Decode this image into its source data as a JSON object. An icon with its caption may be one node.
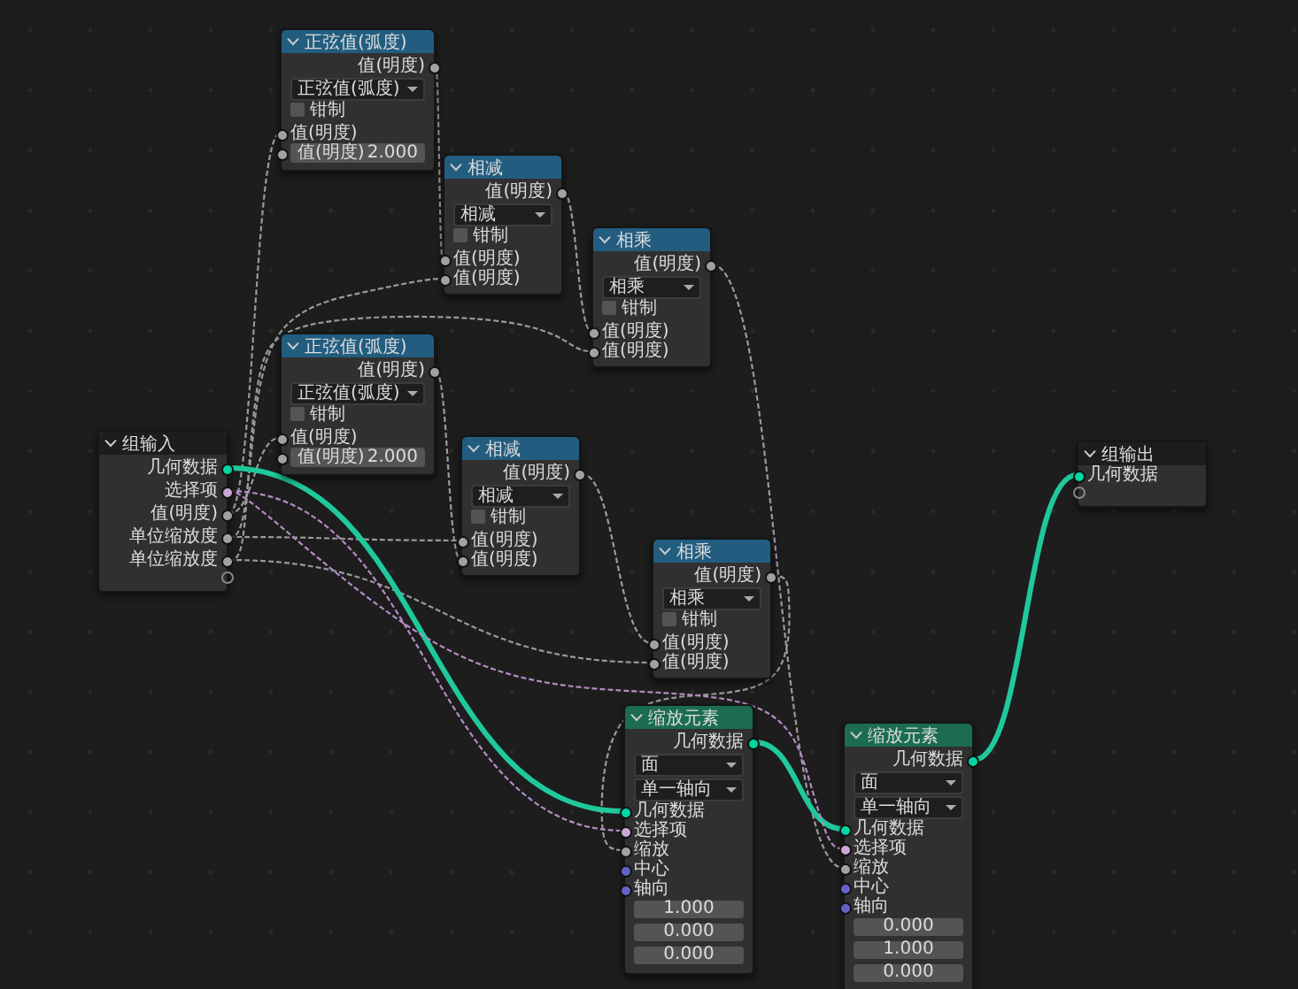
{
  "diagram": {
    "nodes": [
      {
        "text": [
          "组输入",
          "几何数据",
          "选择项",
          "值(明度)",
          "单位缩放度",
          "单位缩放度"
        ]
      },
      {
        "text": [
          "正弦值(弧度)",
          "值(明度)",
          "正弦值(弧度)",
          "钳制",
          "值(明度)",
          "值(明度)",
          "2.000"
        ]
      },
      {
        "text": [
          "相减",
          "值(明度)",
          "相减",
          "钳制",
          "值(明度)",
          "值(明度)"
        ]
      },
      {
        "text": [
          "相乘",
          "值(明度)",
          "相乘",
          "钳制",
          "值(明度)",
          "值(明度)"
        ]
      },
      {
        "text": [
          "正弦值(弧度)",
          "值(明度)",
          "正弦值(弧度)",
          "钳制",
          "值(明度)",
          "值(明度)",
          "2.000"
        ]
      },
      {
        "text": [
          "相减",
          "值(明度)",
          "相减",
          "钳制",
          "值(明度)",
          "值(明度)"
        ]
      },
      {
        "text": [
          "相乘",
          "值(明度)",
          "相乘",
          "钳制",
          "值(明度)",
          "值(明度)"
        ]
      },
      {
        "text": [
          "缩放元素",
          "几何数据",
          "面",
          "单一轴向",
          "几何数据",
          "选择项",
          "缩放",
          "中心",
          "轴向",
          "1.000",
          "0.000",
          "0.000"
        ]
      },
      {
        "text": [
          "缩放元素",
          "几何数据",
          "面",
          "单一轴向",
          "几何数据",
          "选择项",
          "缩放",
          "中心",
          "轴向",
          "0.000",
          "1.000",
          "0.000"
        ]
      },
      {
        "text": [
          "组输出",
          "几何数据"
        ]
      }
    ],
    "edges": [
      {
        "from": 0,
        "to": 1,
        "arrow": "none",
        "style": "dashed"
      },
      {
        "from": 1,
        "to": 2,
        "arrow": "none",
        "style": "dashed"
      },
      {
        "from": 0,
        "to": 2,
        "arrow": "none",
        "style": "dashed"
      },
      {
        "from": 2,
        "to": 3,
        "arrow": "none",
        "style": "dashed"
      },
      {
        "from": 0,
        "to": 3,
        "arrow": "none",
        "style": "dashed"
      },
      {
        "from": 0,
        "to": 4,
        "arrow": "none",
        "style": "dashed"
      },
      {
        "from": 4,
        "to": 5,
        "arrow": "none",
        "style": "dashed"
      },
      {
        "from": 0,
        "to": 5,
        "arrow": "none",
        "style": "dashed"
      },
      {
        "from": 5,
        "to": 6,
        "arrow": "none",
        "style": "dashed"
      },
      {
        "from": 0,
        "to": 6,
        "arrow": "none",
        "style": "dashed"
      },
      {
        "from": 3,
        "to": 8,
        "arrow": "none",
        "style": "dashed"
      },
      {
        "from": 6,
        "to": 7,
        "arrow": "none",
        "style": "dashed"
      },
      {
        "from": 0,
        "to": 7,
        "arrow": "none",
        "style": "thick",
        "color": "#1fc99b"
      },
      {
        "from": 0,
        "to": 7,
        "arrow": "none",
        "style": "dashed",
        "color": "#b48cc4"
      },
      {
        "from": 7,
        "to": 8,
        "arrow": "none",
        "style": "thick",
        "color": "#1fc99b"
      },
      {
        "from": 0,
        "to": 8,
        "arrow": "none",
        "style": "dashed",
        "color": "#b48cc4"
      },
      {
        "from": 8,
        "to": 9,
        "arrow": "none",
        "style": "thick",
        "color": "#1fc99b"
      }
    ]
  }
}
